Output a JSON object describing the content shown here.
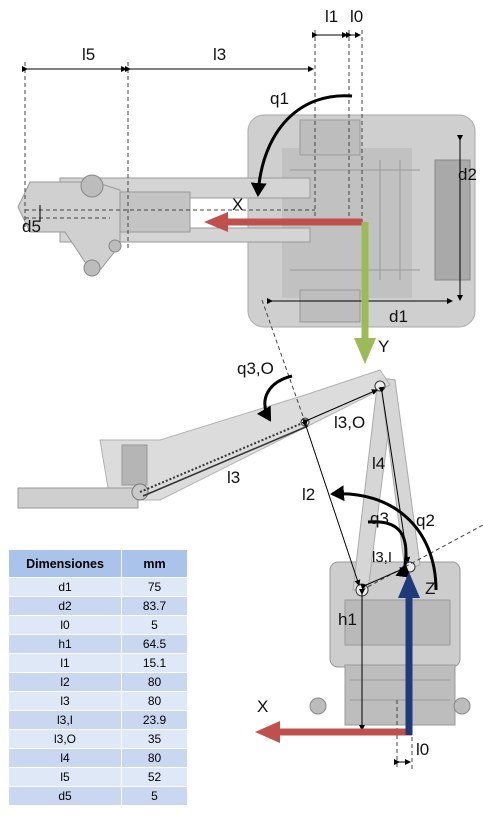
{
  "top_view": {
    "labels": {
      "l5": "l5",
      "l3": "l3",
      "l1": "l1",
      "l0": "l0",
      "q1": "q1",
      "X": "X",
      "Y": "Y",
      "d2": "d2",
      "d1": "d1",
      "d5": "d5"
    },
    "colors": {
      "x_axis": "#c0504d",
      "y_axis": "#9bbb59",
      "z_axis": "#1f3a7a",
      "body": "#c8c8c8"
    }
  },
  "side_view": {
    "labels": {
      "q3O": "q3,O",
      "l3O": "l3,O",
      "l3": "l3",
      "l4": "l4",
      "l2": "l2",
      "q3": "q3",
      "q2": "q2",
      "l3I": "l3,I",
      "Z": "Z",
      "h1": "h1",
      "X": "X",
      "l0": "l0"
    }
  },
  "table": {
    "headers": [
      "Dimensiones",
      "mm"
    ],
    "rows": [
      {
        "name": "d1",
        "value": "75"
      },
      {
        "name": "d2",
        "value": "83.7"
      },
      {
        "name": "l0",
        "value": "5"
      },
      {
        "name": "h1",
        "value": "64.5"
      },
      {
        "name": "l1",
        "value": "15.1"
      },
      {
        "name": "l2",
        "value": "80"
      },
      {
        "name": "l3",
        "value": "80"
      },
      {
        "name": "l3,I",
        "value": "23.9"
      },
      {
        "name": "l3,O",
        "value": "35"
      },
      {
        "name": "l4",
        "value": "80"
      },
      {
        "name": "l5",
        "value": "52"
      },
      {
        "name": "d5",
        "value": "5"
      }
    ]
  }
}
